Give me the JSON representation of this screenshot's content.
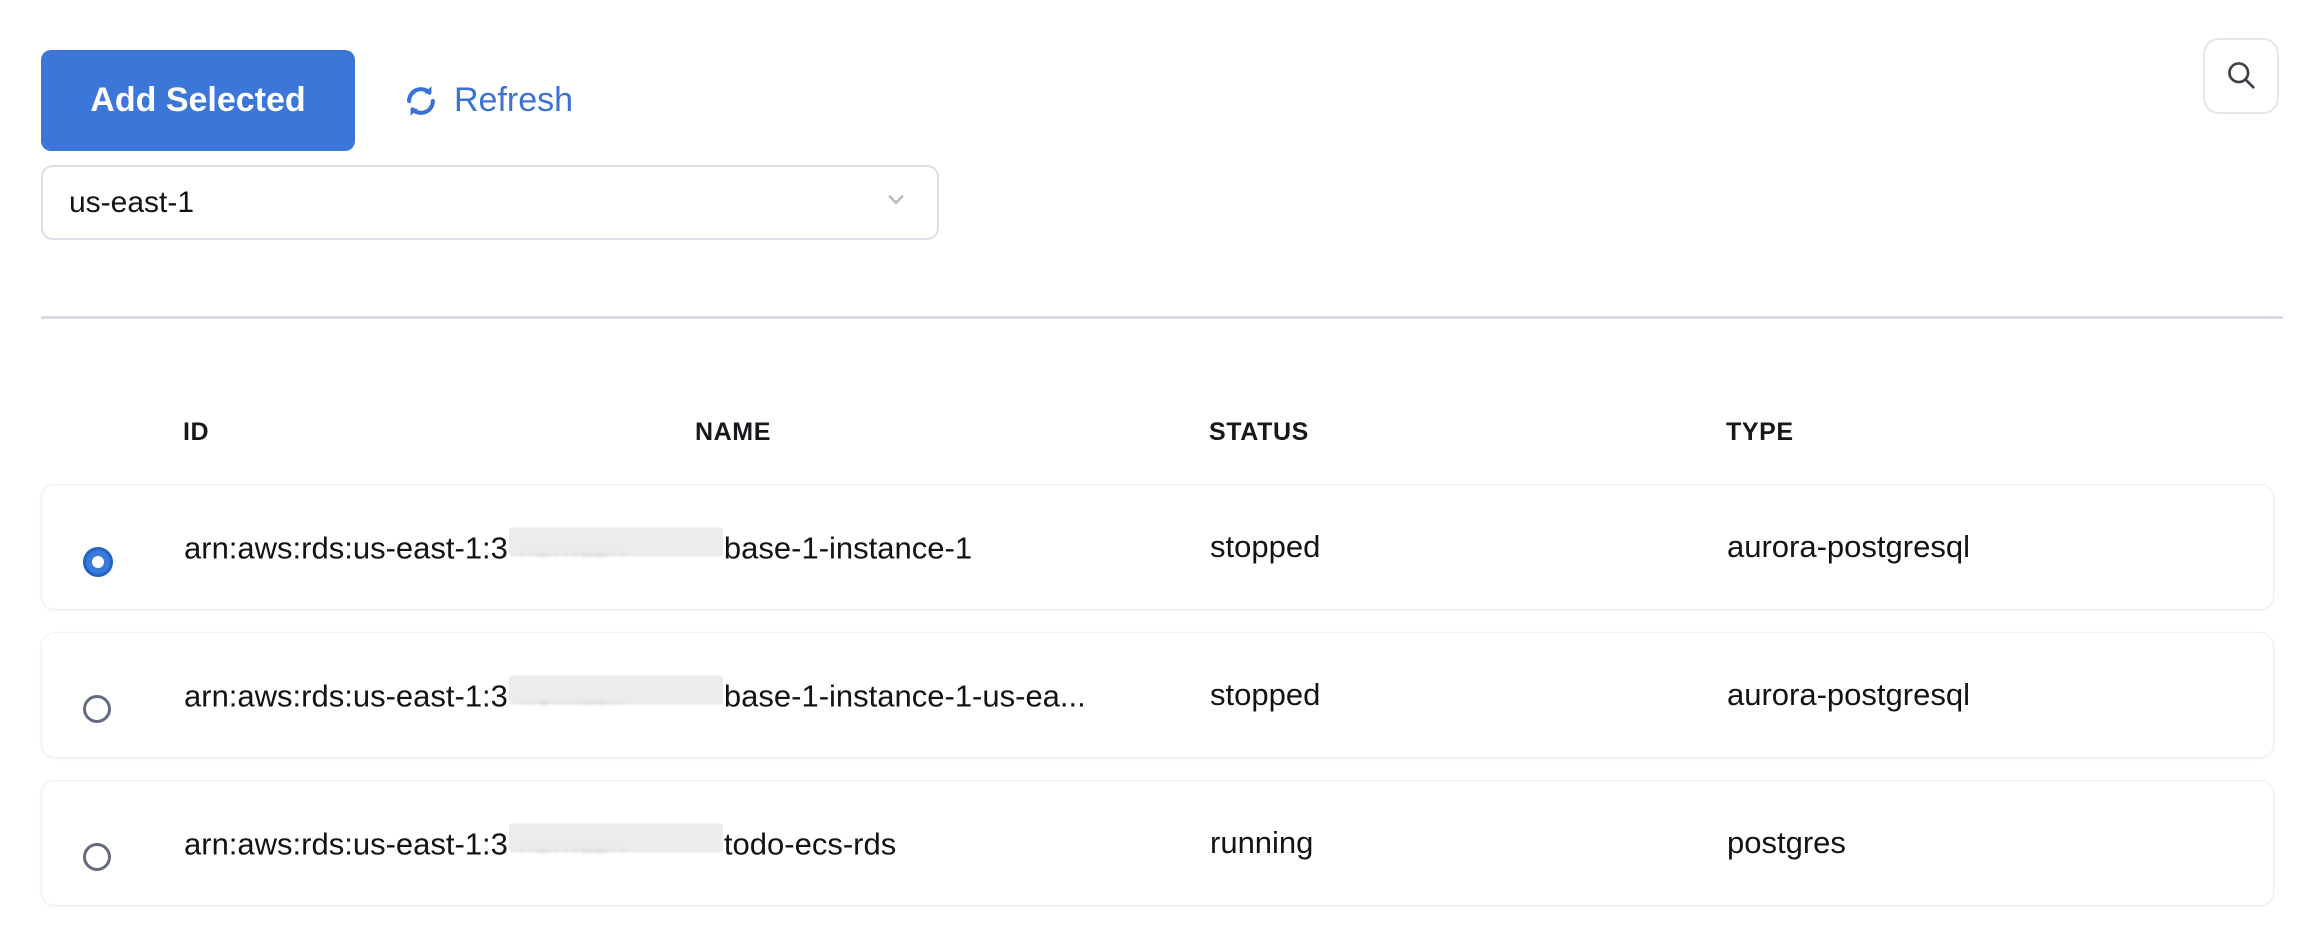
{
  "toolbar": {
    "add_selected_label": "Add Selected",
    "refresh_label": "Refresh"
  },
  "region_select": {
    "value": "us-east-1"
  },
  "icons": {
    "refresh": "refresh-sync-icon",
    "search": "search-magnifier-icon",
    "chevron": "chevron-down-icon"
  },
  "colors": {
    "primary_button_blue": "#3b76d8",
    "link_blue": "#3b72d6",
    "radio_selected_blue": "#3b7ad9",
    "radio_unselected_ring": "#646b80",
    "divider_gray": "#d8dbe3",
    "redaction_gray": "#ececee",
    "text_dark": "#121316"
  },
  "table": {
    "columns": [
      "ID",
      "NAME",
      "STATUS",
      "TYPE"
    ],
    "rows": [
      {
        "id_prefix": "arn:aws:rds:us-east-1:3",
        "id_redacted": true,
        "id_suffix": "base-1-instance-1",
        "status": "stopped",
        "type": "aurora-postgresql",
        "selected": true
      },
      {
        "id_prefix": "arn:aws:rds:us-east-1:3",
        "id_redacted": true,
        "id_suffix": "base-1-instance-1-us-ea...",
        "status": "stopped",
        "type": "aurora-postgresql",
        "selected": false
      },
      {
        "id_prefix": "arn:aws:rds:us-east-1:3",
        "id_redacted": true,
        "id_suffix": "todo-ecs-rds",
        "status": "running",
        "type": "postgres",
        "selected": false
      }
    ]
  }
}
